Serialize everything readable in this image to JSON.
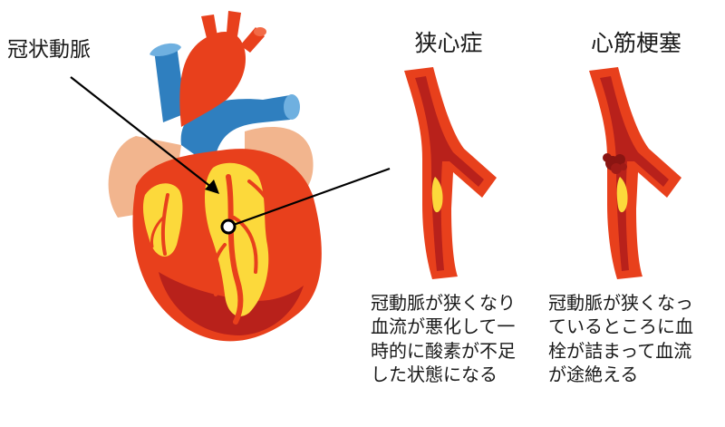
{
  "pointer_label": "冠状動脈",
  "panels": [
    {
      "title": "狭心症",
      "description_lines": [
        "冠動脈が狭くなり",
        "血流が悪化して一",
        "時的に酸素が不足",
        "した状態になる"
      ]
    },
    {
      "title": "心筋梗塞",
      "description_lines": [
        "冠動脈が狭くなっ",
        "ているところに血",
        "栓が詰まって血流",
        "が途絶える"
      ]
    }
  ],
  "colors": {
    "heart_red": "#e8401c",
    "heart_dark": "#b8211b",
    "vessel_blue": "#2f7fbf",
    "fat_yellow": "#fcd93b",
    "atrium_peach": "#f2b58e",
    "artery_outer": "#e8401c",
    "artery_inner": "#b8211b",
    "plaque": "#fcd93b",
    "clot": "#8a1512"
  }
}
